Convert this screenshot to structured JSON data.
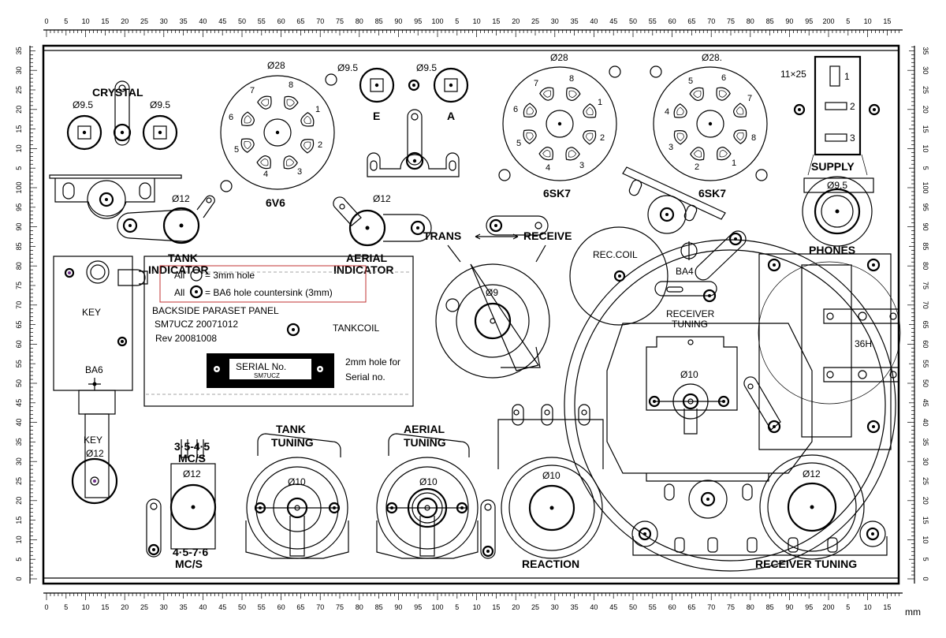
{
  "title": "BACKSIDE PARASET PANEL",
  "author_line": "SM7UCZ  20071012",
  "rev_line": "Rev 20081008",
  "legend": {
    "hole_3mm": "= 3mm hole",
    "countersink": "= BA6 hole countersink (3mm)",
    "all1": "All",
    "all2": "All"
  },
  "serial": {
    "title": "SERIAL No.",
    "sub": "SM7UCZ",
    "note1": "2mm hole for",
    "note2": "Serial no."
  },
  "units": "mm",
  "ruler": {
    "top": [
      "0",
      "5",
      "10",
      "15",
      "20",
      "25",
      "30",
      "35",
      "40",
      "45",
      "50",
      "55",
      "60",
      "65",
      "70",
      "75",
      "80",
      "85",
      "90",
      "95",
      "100",
      "5",
      "10",
      "15",
      "20",
      "25",
      "30",
      "35",
      "40",
      "45",
      "50",
      "55",
      "60",
      "65",
      "70",
      "75",
      "80",
      "85",
      "90",
      "95",
      "200",
      "5",
      "10",
      "15"
    ],
    "side": [
      "35",
      "30",
      "25",
      "20",
      "15",
      "10",
      "5",
      "100",
      "95",
      "90",
      "85",
      "80",
      "75",
      "70",
      "65",
      "60",
      "55",
      "50",
      "45",
      "40",
      "35",
      "30",
      "25",
      "20",
      "15",
      "10",
      "5",
      "0"
    ]
  },
  "labels": {
    "crystal": "CRYSTAL",
    "d95_a": "Ø9.5",
    "d95_b": "Ø9.5",
    "d95_c": "Ø9.5",
    "d95_d": "Ø9.5",
    "d95_e": "Ø9.5",
    "d28_a": "Ø28",
    "d28_b": "Ø28",
    "d28_c": "Ø28.",
    "e": "E",
    "a": "A",
    "v6v6": "6V6",
    "v6sk7a": "6SK7",
    "v6sk7b": "6SK7",
    "size": "11×25",
    "sw1": "1",
    "sw2": "2",
    "sw3": "3",
    "supply": "SUPPLY",
    "phones": "PHONES",
    "d12_a": "Ø12",
    "d12_b": "Ø12",
    "d12_c": "Ø12",
    "d12_d": "Ø12",
    "d12_e": "Ø12",
    "tank_ind1": "TANK",
    "tank_ind2": "INDICATOR",
    "aer_ind1": "AERIAL",
    "aer_ind2": "INDICATOR",
    "trans": "TRANS",
    "receive": "RECEIVE",
    "reccoil": "REC.COIL",
    "ba4": "BA4",
    "rectun1": "RECEIVER",
    "rectun2": "TUNING",
    "d9": "Ø9",
    "d10_a": "Ø10",
    "d10_b": "Ø10",
    "d10_c": "Ø10",
    "d10_d": "Ø10",
    "tankcoil": "TANKCOIL",
    "key1": "KEY",
    "key2": "KEY",
    "ba6": "BA6",
    "mcs1a": "3·5-4·5",
    "mcs1b": "MC/S",
    "mcs2a": "4·5-7·6",
    "mcs2b": "MC/S",
    "tanktun1": "TANK",
    "tanktun2": "TUNING",
    "aertun1": "AERIAL",
    "aertun2": "TUNING",
    "reaction": "REACTION",
    "rectuning": "RECEIVER TUNING",
    "h36": "36H",
    "p1": "1",
    "p2": "2",
    "p3": "3",
    "p4": "4",
    "p5": "5",
    "p6": "6",
    "p7": "7",
    "p8": "8",
    "q1": "1",
    "q2": "2",
    "q3": "3",
    "q4": "4",
    "q5": "5",
    "q6": "6",
    "q7": "7",
    "q8": "8",
    "r1": "1",
    "r2": "2",
    "r3": "3",
    "r4": "4",
    "r5": "5",
    "r6": "6",
    "r7": "7",
    "r8": "8"
  }
}
